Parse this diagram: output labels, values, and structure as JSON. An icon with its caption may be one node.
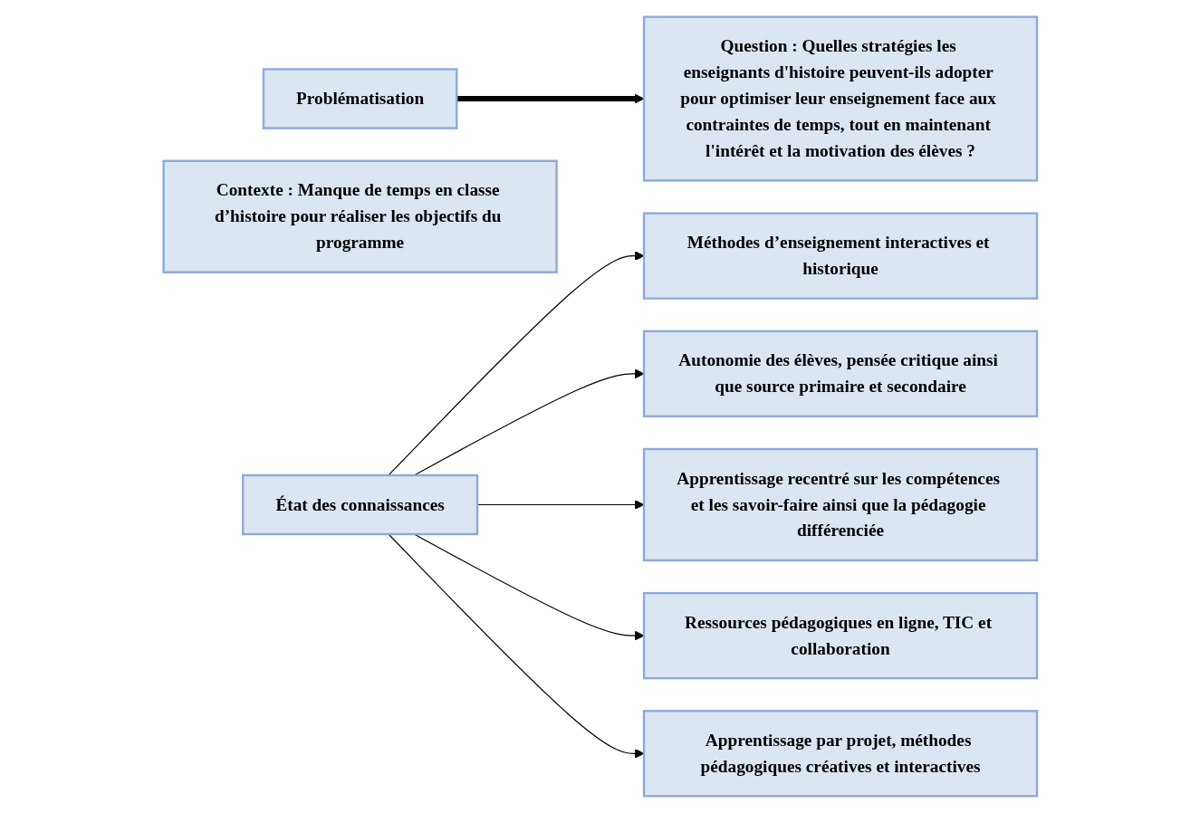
{
  "diagram": {
    "nodes": [
      {
        "text": [
          "Problématisation"
        ]
      },
      {
        "text": [
          "Contexte : Manque de temps en classe d’histoire pour réaliser les objectifs du programme"
        ]
      },
      {
        "text": [
          "Question : Quelles stratégies les enseignants d'histoire peuvent-ils adopter pour optimiser leur enseignement face aux contraintes de temps, tout en maintenant l'intérêt et la motivation des élèves ?"
        ]
      },
      {
        "text": [
          "État des connaissances"
        ]
      },
      {
        "text": [
          "Méthodes d’enseignement interactives et historique"
        ]
      },
      {
        "text": [
          "Autonomie des élèves, pensée critique ainsi que source primaire et secondaire"
        ]
      },
      {
        "text": [
          "Apprentissage recentré sur les compétences et les savoir-faire ainsi que la pédagogie différenciée"
        ]
      },
      {
        "text": [
          "Ressources pédagogiques en ligne, TIC et collaboration"
        ]
      },
      {
        "text": [
          "Apprentissage par projet, méthodes pédagogiques créatives et interactives"
        ]
      }
    ],
    "edges": [
      {
        "from": 0,
        "to": 2,
        "arrow": "to",
        "style": "thick"
      },
      {
        "from": 3,
        "to": 4,
        "arrow": "to"
      },
      {
        "from": 3,
        "to": 5,
        "arrow": "to"
      },
      {
        "from": 3,
        "to": 6,
        "arrow": "to"
      },
      {
        "from": 3,
        "to": 7,
        "arrow": "to"
      },
      {
        "from": 3,
        "to": 8,
        "arrow": "to"
      }
    ]
  }
}
